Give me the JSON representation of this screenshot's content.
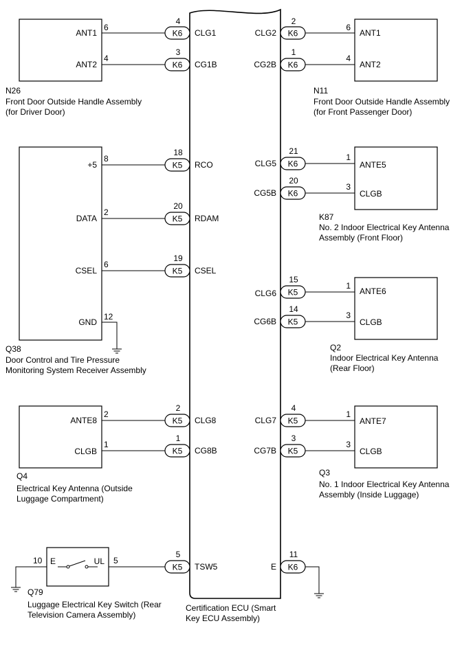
{
  "ecu": {
    "label_lines": [
      "Certification ECU (Smart",
      "Key ECU Assembly)"
    ]
  },
  "components": [
    {
      "id": "N26",
      "code": "N26",
      "desc_lines": [
        "Front Door Outside Handle Assembly",
        "(for Driver Door)"
      ]
    },
    {
      "id": "N11",
      "code": "N11",
      "desc_lines": [
        "Front Door Outside Handle Assembly",
        "(for Front Passenger Door)"
      ]
    },
    {
      "id": "Q38",
      "code": "Q38",
      "desc_lines": [
        "Door Control and Tire Pressure",
        "Monitoring System Receiver Assembly"
      ]
    },
    {
      "id": "K87",
      "code": "K87",
      "desc_lines": [
        "No. 2 Indoor Electrical Key Antenna",
        "Assembly (Front Floor)"
      ]
    },
    {
      "id": "Q2",
      "code": "Q2",
      "desc_lines": [
        "Indoor Electrical Key Antenna",
        "(Rear Floor)"
      ]
    },
    {
      "id": "Q4",
      "code": "Q4",
      "desc_lines": [
        "Electrical Key Antenna (Outside",
        "Luggage Compartment)"
      ]
    },
    {
      "id": "Q3",
      "code": "Q3",
      "desc_lines": [
        "No. 1 Indoor Electrical Key Antenna",
        "Assembly (Inside Luggage)"
      ]
    },
    {
      "id": "Q79",
      "code": "Q79",
      "desc_lines": [
        "Luggage Electrical Key Switch (Rear",
        "Television Camera Assembly)"
      ]
    }
  ],
  "wires": [
    {
      "side": "left",
      "comp_pin": "ANT1",
      "comp_pin_no": "6",
      "connector": "K6",
      "ecu_pin_no": "4",
      "ecu_pin": "CLG1"
    },
    {
      "side": "left",
      "comp_pin": "ANT2",
      "comp_pin_no": "4",
      "connector": "K6",
      "ecu_pin_no": "3",
      "ecu_pin": "CG1B"
    },
    {
      "side": "left",
      "comp_pin": "+5",
      "comp_pin_no": "8",
      "connector": "K5",
      "ecu_pin_no": "18",
      "ecu_pin": "RCO"
    },
    {
      "side": "left",
      "comp_pin": "DATA",
      "comp_pin_no": "2",
      "connector": "K5",
      "ecu_pin_no": "20",
      "ecu_pin": "RDAM"
    },
    {
      "side": "left",
      "comp_pin": "CSEL",
      "comp_pin_no": "6",
      "connector": "K5",
      "ecu_pin_no": "19",
      "ecu_pin": "CSEL"
    },
    {
      "side": "left",
      "comp_pin": "ANTE8",
      "comp_pin_no": "2",
      "connector": "K5",
      "ecu_pin_no": "2",
      "ecu_pin": "CLG8"
    },
    {
      "side": "left",
      "comp_pin": "CLGB",
      "comp_pin_no": "1",
      "connector": "K5",
      "ecu_pin_no": "1",
      "ecu_pin": "CG8B"
    },
    {
      "side": "left",
      "comp_pin": "UL",
      "comp_pin_no": "5",
      "connector": "K5",
      "ecu_pin_no": "5",
      "ecu_pin": "TSW5"
    },
    {
      "side": "right",
      "comp_pin": "ANT1",
      "comp_pin_no": "6",
      "connector": "K6",
      "ecu_pin_no": "2",
      "ecu_pin": "CLG2"
    },
    {
      "side": "right",
      "comp_pin": "ANT2",
      "comp_pin_no": "4",
      "connector": "K6",
      "ecu_pin_no": "1",
      "ecu_pin": "CG2B"
    },
    {
      "side": "right",
      "comp_pin": "ANTE5",
      "comp_pin_no": "1",
      "connector": "K6",
      "ecu_pin_no": "21",
      "ecu_pin": "CLG5"
    },
    {
      "side": "right",
      "comp_pin": "CLGB",
      "comp_pin_no": "3",
      "connector": "K6",
      "ecu_pin_no": "20",
      "ecu_pin": "CG5B"
    },
    {
      "side": "right",
      "comp_pin": "ANTE6",
      "comp_pin_no": "1",
      "connector": "K5",
      "ecu_pin_no": "15",
      "ecu_pin": "CLG6"
    },
    {
      "side": "right",
      "comp_pin": "CLGB",
      "comp_pin_no": "3",
      "connector": "K5",
      "ecu_pin_no": "14",
      "ecu_pin": "CG6B"
    },
    {
      "side": "right",
      "comp_pin": "ANTE7",
      "comp_pin_no": "1",
      "connector": "K5",
      "ecu_pin_no": "4",
      "ecu_pin": "CLG7"
    },
    {
      "side": "right",
      "comp_pin": "CLGB",
      "comp_pin_no": "3",
      "connector": "K5",
      "ecu_pin_no": "3",
      "ecu_pin": "CG7B"
    }
  ],
  "grounds": [
    {
      "comp": "Q38",
      "pin": "GND",
      "pin_no": "12"
    },
    {
      "comp": "Q79",
      "pin": "E",
      "pin_no": "10"
    },
    {
      "comp": "ECU",
      "pin": "E",
      "pin_no": "11",
      "connector": "K6"
    }
  ]
}
